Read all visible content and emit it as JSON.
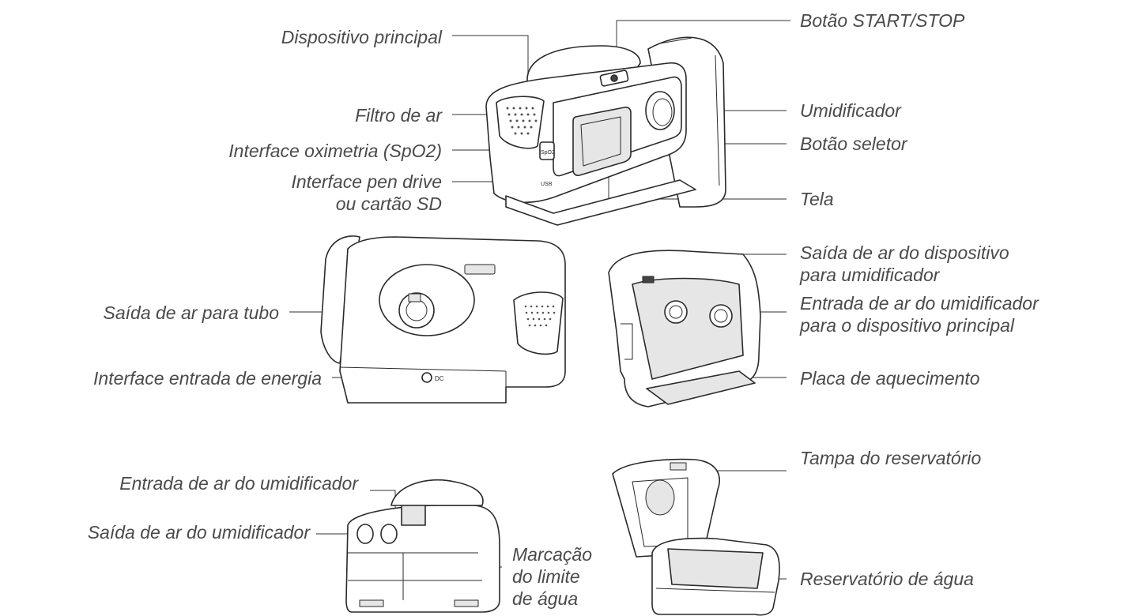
{
  "labels": {
    "dispositivo_principal": "Dispositivo principal",
    "botao_start_stop": "Botão START/STOP",
    "filtro_de_ar": "Filtro de ar",
    "umidificador": "Umidificador",
    "interface_oximetria": "Interface oximetria (SpO2)",
    "botao_seletor": "Botão seletor",
    "interface_pen_drive_1": "Interface pen drive",
    "interface_pen_drive_2": "ou cartão SD",
    "tela": "Tela",
    "saida_ar_dispositivo_1": "Saída de ar do dispositivo",
    "saida_ar_dispositivo_2": "para umidificador",
    "saida_ar_tubo": "Saída de ar para tubo",
    "entrada_ar_umid_disp_1": "Entrada de ar do umidificador",
    "entrada_ar_umid_disp_2": "para o dispositivo principal",
    "interface_energia": "Interface entrada de energia",
    "placa_aquecimento": "Placa de aquecimento",
    "tampa_reservatorio": "Tampa do reservatório",
    "entrada_ar_umidificador": "Entrada de ar do umidificador",
    "saida_ar_umidificador": "Saída de ar do umidificador",
    "marcacao_1": "Marcação",
    "marcacao_2": "do limite",
    "marcacao_3": "de água",
    "reservatorio_agua": "Reservatório de água"
  },
  "device_markings": {
    "spo2": "SpO2",
    "usb": "USB",
    "dc": "DC"
  },
  "colors": {
    "label_text": "#4a4a4a",
    "leader_line": "#5a5a5a",
    "outline": "#2a2a2a"
  }
}
